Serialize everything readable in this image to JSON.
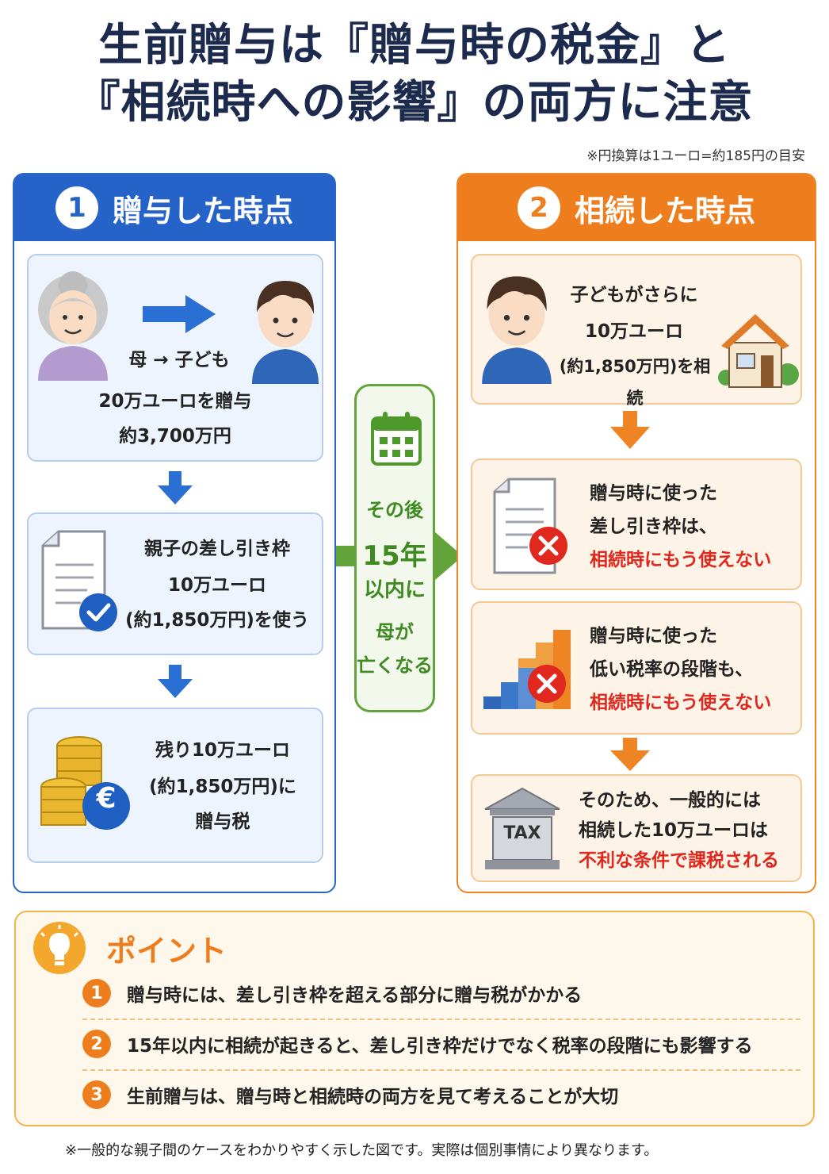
{
  "title": {
    "line1": "生前贈与は『贈与時の税金』と",
    "line2": "『相続時への影響』の両方に注意"
  },
  "top_note": "※円換算は1ユーロ=約185円の目安",
  "left_panel": {
    "number": "1",
    "heading": "贈与した時点",
    "step1": {
      "line1": "母 → 子ども",
      "line2": "20万ユーロを贈与",
      "line3": "約3,700万円"
    },
    "step2": {
      "line1": "親子の差し引き枠",
      "line2": "10万ユーロ",
      "line3": "(約1,850万円)を使う"
    },
    "step3": {
      "line1": "残り10万ユーロ",
      "line2": "(約1,850万円)に",
      "line3": "贈与税",
      "euro": "€"
    }
  },
  "middle": {
    "line1": "その後",
    "line2": "15年",
    "line3": "以内に",
    "line4": "母が",
    "line5": "亡くなる"
  },
  "right_panel": {
    "number": "2",
    "heading": "相続した時点",
    "step1": {
      "line1": "子どもがさらに",
      "line2": "10万ユーロ",
      "line3": "(約1,850万円)を相続"
    },
    "step2": {
      "line1": "贈与時に使った",
      "line2": "差し引き枠は、",
      "line3": "相続時にもう使えない"
    },
    "step3": {
      "line1": "贈与時に使った",
      "line2": "低い税率の段階も、",
      "line3": "相続時にもう使えない"
    },
    "step4": {
      "line1": "そのため、一般的には",
      "line2": "相続した10万ユーロは",
      "line3": "不利な条件で課税される",
      "tax_label": "TAX"
    }
  },
  "point": {
    "title": "ポイント",
    "items": [
      {
        "num": "1",
        "text": "贈与時には、差し引き枠を超える部分に贈与税がかかる"
      },
      {
        "num": "2",
        "text": "15年以内に相続が起きると、差し引き枠だけでなく税率の段階にも影響する"
      },
      {
        "num": "3",
        "text": "生前贈与は、贈与時と相続時の両方を見て考えることが大切"
      }
    ]
  },
  "footnote": "※一般的な親子間のケースをわかりやすく示した図です。実際は個別事情により異なります。",
  "colors": {
    "blue": "#2563c9",
    "orange": "#ee7e1d",
    "green": "#62a43a",
    "red": "#e0281f"
  }
}
